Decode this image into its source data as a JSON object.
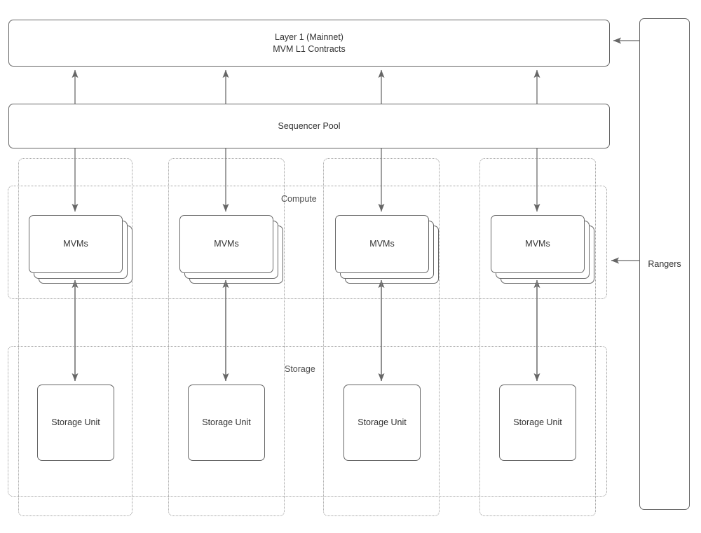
{
  "diagram": {
    "title_box": {
      "line1": "Layer 1 (Mainnet)",
      "line2": "MVM L1 Contracts"
    },
    "sequencer": {
      "label": "Sequencer Pool"
    },
    "bands": [
      {
        "id": "compute",
        "label": "Compute"
      },
      {
        "id": "storage",
        "label": "Storage"
      }
    ],
    "columns": [
      {
        "index": 1,
        "mvm_label": "MVMs",
        "storage_label": "Storage Unit"
      },
      {
        "index": 2,
        "mvm_label": "MVMs",
        "storage_label": "Storage Unit"
      },
      {
        "index": 3,
        "mvm_label": "MVMs",
        "storage_label": "Storage Unit"
      },
      {
        "index": 4,
        "mvm_label": "MVMs",
        "storage_label": "Storage Unit"
      }
    ],
    "rangers": {
      "label": "Rangers"
    },
    "colors": {
      "background": "#ffffff",
      "node_stroke": "#666666",
      "group_stroke": "#9a9a9a",
      "wire_stroke": "#808080",
      "text": "#333333"
    }
  }
}
